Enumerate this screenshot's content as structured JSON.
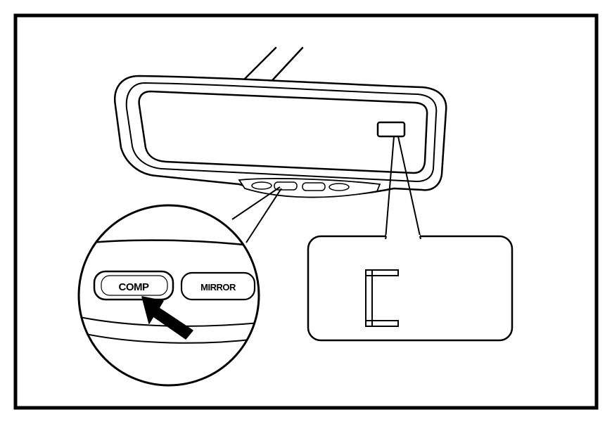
{
  "buttons": {
    "comp_label": "COMP",
    "mirror_label": "MIRROR"
  },
  "display": {
    "readout": "C"
  },
  "colors": {
    "line": "#000000",
    "background": "#ffffff"
  }
}
